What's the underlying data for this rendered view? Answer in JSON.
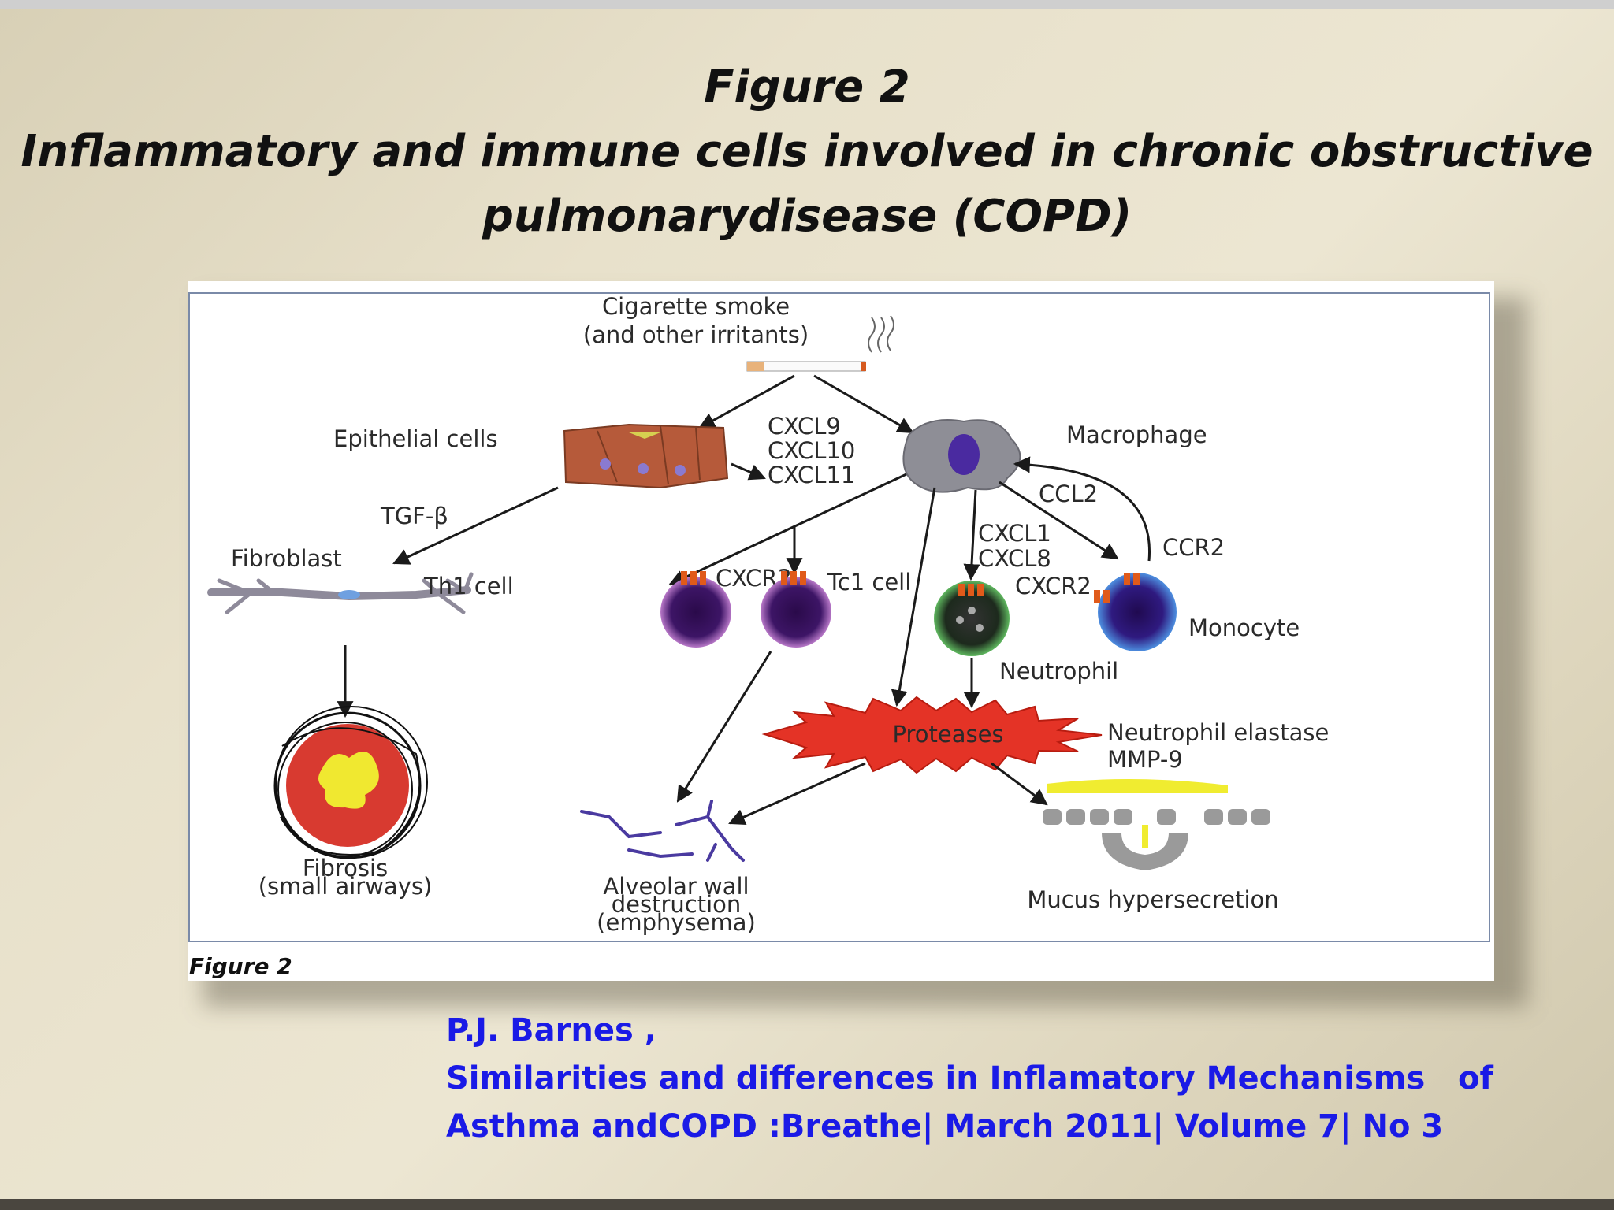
{
  "slide": {
    "title_line1": "Figure 2",
    "title_line2": "Inflammatory and immune cells involved in chronic obstructive",
    "title_line3": "pulmonarydisease (COPD)",
    "citation_line1": "P.J. Barnes ,",
    "citation_line2": "Similarities and differences in Inflamatory Mechanisms   of",
    "citation_line3": "Asthma andCOPD :Breathe| March 2011| Volume 7| No 3"
  },
  "figure": {
    "caption": "Figure 2",
    "labels": {
      "smoke_line1": "Cigarette smoke",
      "smoke_line2": "(and other irritants)",
      "epithelial": "Epithelial cells",
      "cxcl9": "CXCL9",
      "cxcl10": "CXCL10",
      "cxcl11": "CXCL11",
      "macrophage": "Macrophage",
      "tgf": "TGF-β",
      "fibroblast": "Fibroblast",
      "ccl2": "CCL2",
      "cxcl1": "CXCL1",
      "cxcl8": "CXCL8",
      "ccr2": "CCR2",
      "th1": "Th1 cell",
      "cxcr3": "CXCR3",
      "tc1": "Tc1 cell",
      "cxcr2": "CXCR2",
      "monocyte": "Monocyte",
      "neutrophil": "Neutrophil",
      "proteases": "Proteases",
      "elastase": "Neutrophil elastase",
      "mmp9": "MMP-9",
      "fibrosis_line1": "Fibrosis",
      "fibrosis_line2": "(small airways)",
      "alveolar_line1": "Alveolar wall",
      "alveolar_line2": "destruction",
      "alveolar_line3": "(emphysema)",
      "mucus": "Mucus hypersecretion"
    }
  }
}
